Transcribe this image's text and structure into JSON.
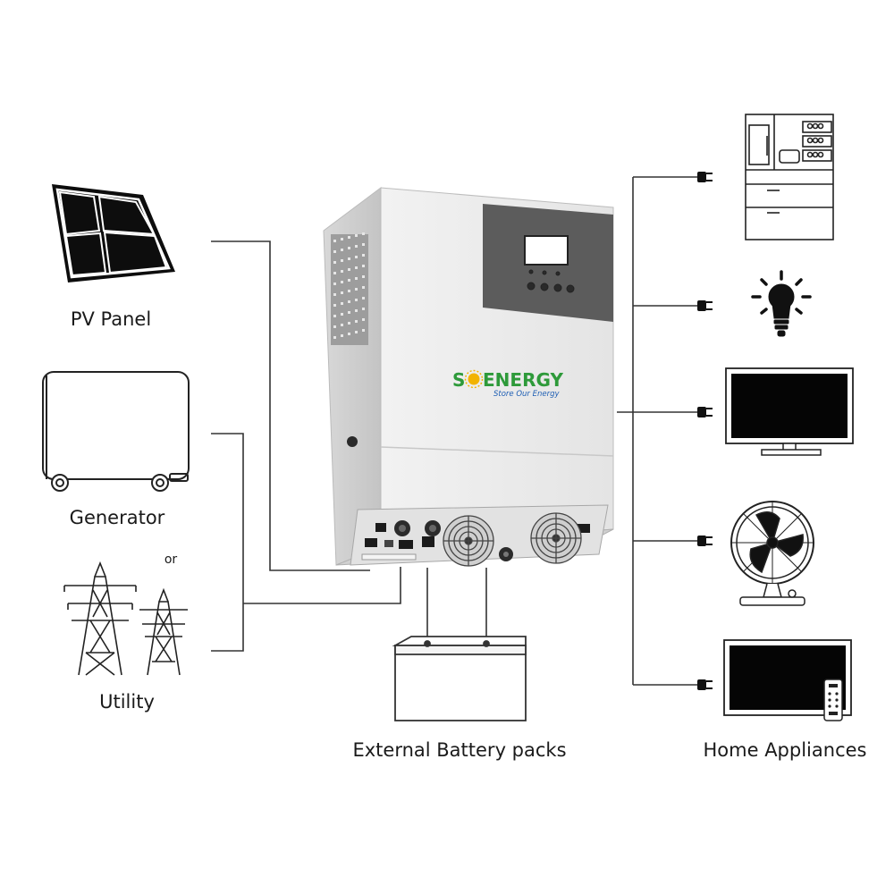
{
  "labels": {
    "pv_panel": "PV Panel",
    "generator": "Generator",
    "or": "or",
    "utility": "Utility",
    "battery": "External Battery packs",
    "appliances": "Home Appliances"
  },
  "brand": {
    "name_s": "S",
    "name_rest": "ENERGY",
    "tagline": "Store Our Energy",
    "green": "#2e9a3a",
    "blue": "#1f5fb4",
    "sun": "#f2b300"
  },
  "icons": {
    "pv": "solar-panel-icon",
    "generator": "generator-icon",
    "utility": "power-tower-icon",
    "battery": "battery-icon",
    "fridge": "refrigerator-icon",
    "bulb": "light-bulb-icon",
    "monitor": "monitor-icon",
    "fan": "fan-icon",
    "tv": "television-icon",
    "plug": "plug-icon"
  }
}
